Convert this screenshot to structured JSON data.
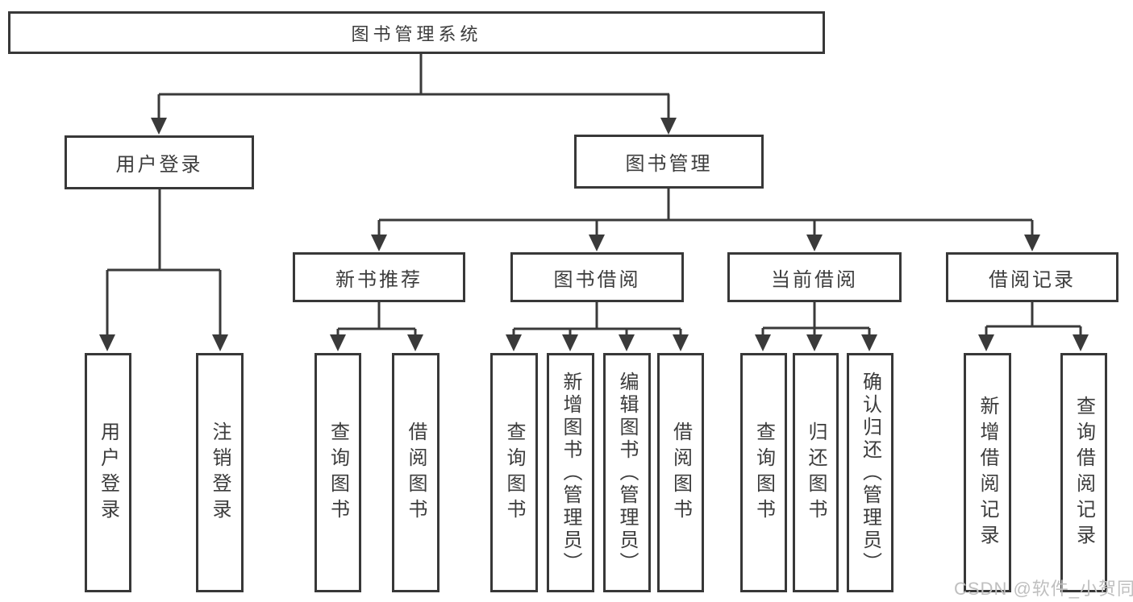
{
  "colors": {
    "background": "#ffffff",
    "box_fill": "#ffffff",
    "border": "#383838",
    "line": "#3a3a3a",
    "text": "#3c3c3c",
    "watermark": "#bfbfbf"
  },
  "tree": {
    "root": {
      "label": "图书管理系统"
    },
    "branches": [
      {
        "label": "用户登录",
        "children": [
          {
            "label": "用户登录"
          },
          {
            "label": "注销登录"
          }
        ]
      },
      {
        "label": "图书管理",
        "children": [
          {
            "label": "新书推荐",
            "children": [
              {
                "label": "查询图书"
              },
              {
                "label": "借阅图书"
              }
            ]
          },
          {
            "label": "图书借阅",
            "children": [
              {
                "label": "查询图书"
              },
              {
                "label": "新增图书（管理员）"
              },
              {
                "label": "编辑图书（管理员）"
              },
              {
                "label": "借阅图书"
              }
            ]
          },
          {
            "label": "当前借阅",
            "children": [
              {
                "label": "查询图书"
              },
              {
                "label": "归还图书"
              },
              {
                "label": "确认归还（管理员）"
              }
            ]
          },
          {
            "label": "借阅记录",
            "children": [
              {
                "label": "新增借阅记录"
              },
              {
                "label": "查询借阅记录"
              }
            ]
          }
        ]
      }
    ]
  },
  "watermark": {
    "text": "CSDN @软件_小贺同学"
  }
}
